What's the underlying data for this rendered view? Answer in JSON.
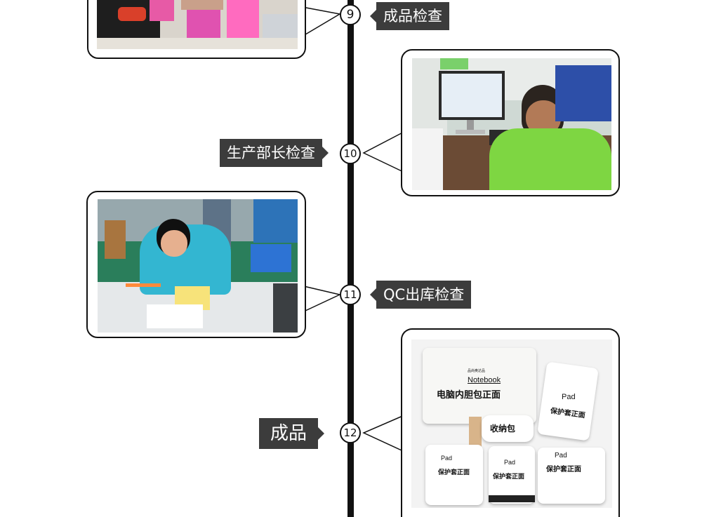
{
  "steps": [
    {
      "number": "9",
      "label": "成品检查"
    },
    {
      "number": "10",
      "label": "生产部长检查"
    },
    {
      "number": "11",
      "label": "QC出库检查"
    },
    {
      "number": "12",
      "label": "成品"
    }
  ],
  "photos": {
    "packing": {
      "description": "Workers packing pink and black cases"
    },
    "office": {
      "description": "Production manager at computer"
    },
    "qc": {
      "description": "QC worker writing inspection report"
    },
    "products": {
      "notebook_brand": "品尚奥达品",
      "notebook_title": "Notebook",
      "notebook_subtitle": "电脑内胆包正面",
      "pad_title": "Pad",
      "pad_subtitle": "保护套正面",
      "pouch_label": "收纳包",
      "pad_small_label": "Pad",
      "pad_small_subtitle": "保护套正面",
      "pad_right_label": "Pad",
      "pad_right_subtitle": "保护套正面"
    }
  },
  "colors": {
    "label_bg": "#3c3c3c",
    "timeline": "#111111"
  }
}
